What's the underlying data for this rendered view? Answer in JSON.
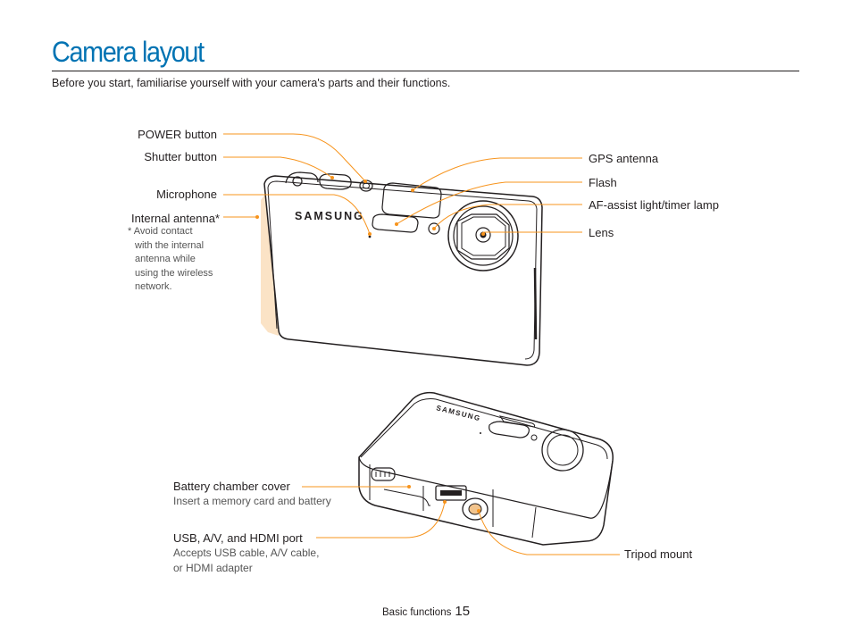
{
  "page": {
    "title": "Camera layout",
    "subtitle": "Before you start, familiarise yourself with your camera's parts and their functions."
  },
  "front_labels": {
    "power_button": "POWER button",
    "shutter_button": "Shutter button",
    "microphone": "Microphone",
    "internal_antenna": "Internal antenna*",
    "antenna_note": [
      "* Avoid contact",
      "with the internal",
      "antenna while",
      "using the wireless",
      "network."
    ],
    "gps_antenna": "GPS antenna",
    "flash": "Flash",
    "af_assist": "AF-assist light/timer lamp",
    "lens": "Lens",
    "brand": "SAMSUNG"
  },
  "bottom_labels": {
    "battery_cover": "Battery chamber cover",
    "battery_cover_desc": "Insert a memory card and battery",
    "usb_port": "USB, A/V, and HDMI port",
    "usb_port_desc": [
      "Accepts USB cable, A/V cable,",
      "or HDMI adapter"
    ],
    "tripod_mount": "Tripod mount",
    "brand": "SAMSUNG"
  },
  "footer": {
    "section": "Basic functions",
    "page_number": "15"
  },
  "colors": {
    "title": "#0073b3",
    "callout": "#f7941d",
    "antenna_highlight": "#fbe3c6",
    "outline": "#231f20"
  }
}
